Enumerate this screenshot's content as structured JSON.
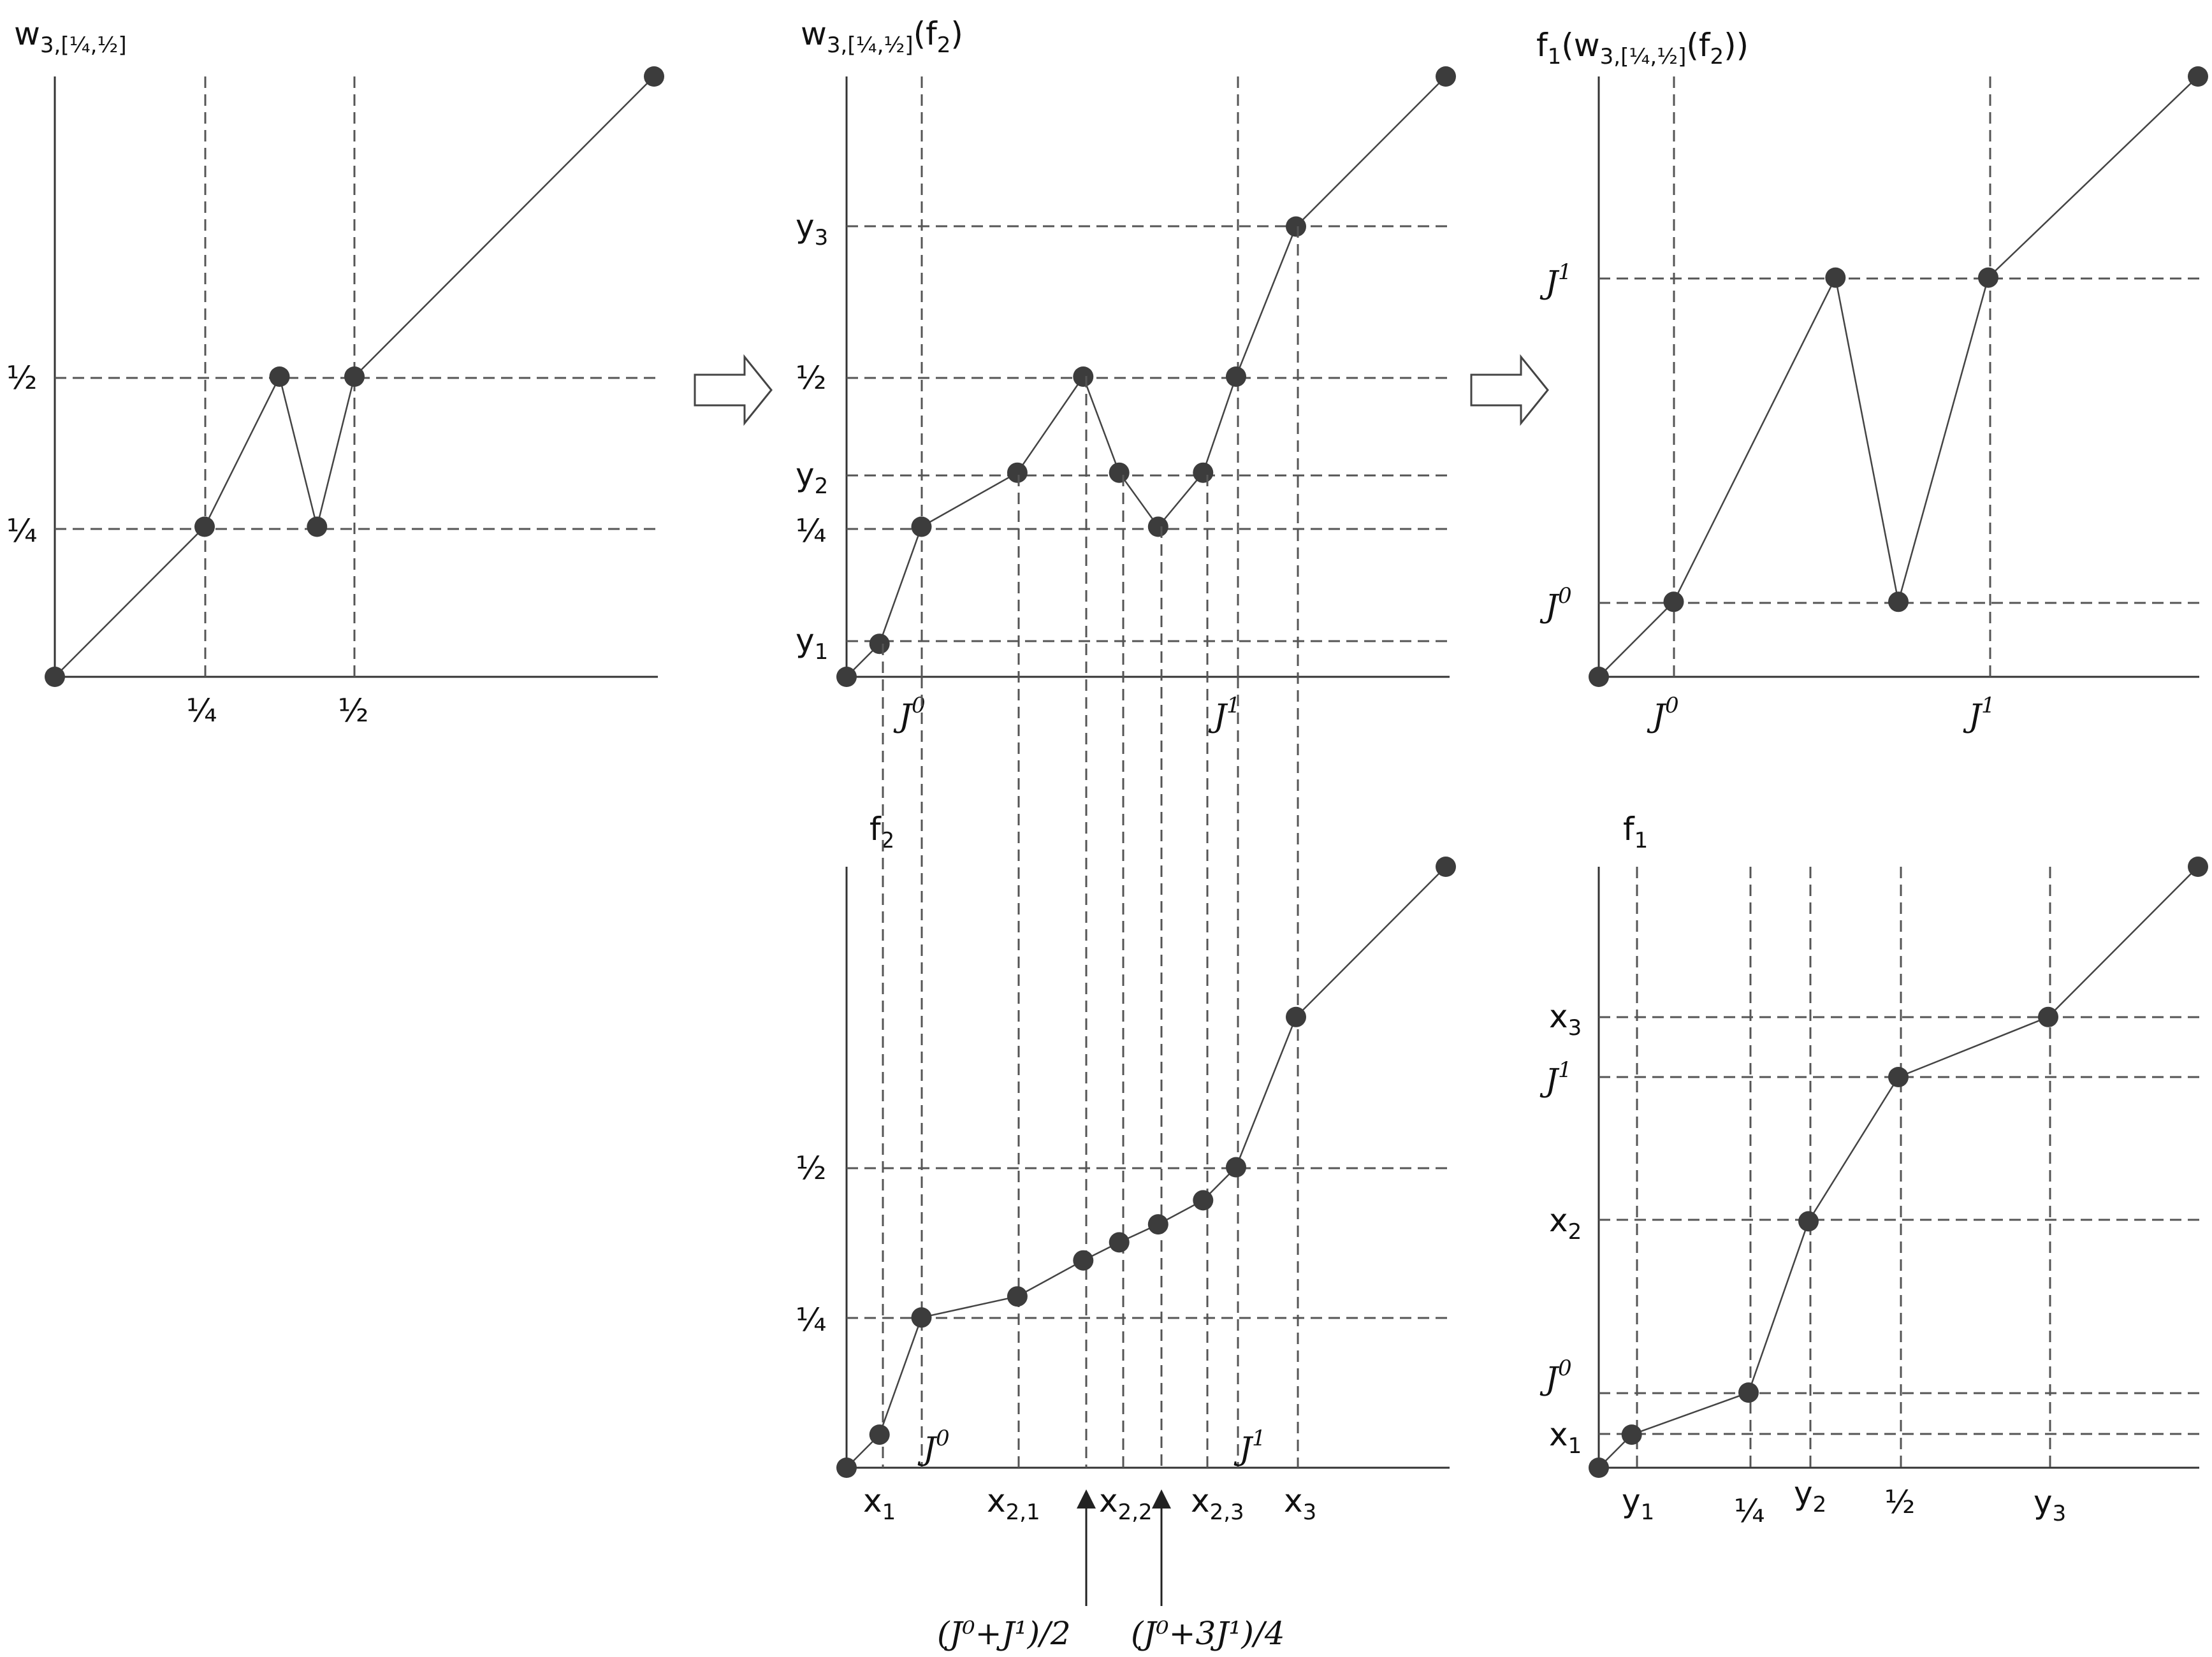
{
  "panels": {
    "p1": {
      "title_main": "w",
      "title_sub": "3,[¼,½]",
      "title_rest": "",
      "ytick": [
        "½",
        "¼"
      ],
      "xtick": [
        "¼",
        "½"
      ]
    },
    "p2": {
      "title_main": "w",
      "title_sub": "3,[¼,½]",
      "title_rest": "(f",
      "title_sub2": "2",
      "title_end": ")",
      "ytick": [
        "y",
        "½",
        "y",
        "¼",
        "y"
      ],
      "ytick_sub": [
        "3",
        "",
        "2",
        "",
        "1"
      ],
      "xtick": [
        "J",
        "J"
      ],
      "xtick_sup": [
        "0",
        "1"
      ]
    },
    "p3": {
      "title_main": "f",
      "title_sub": "1",
      "title_rest": "(w",
      "title_sub2": "3,[¼,½]",
      "title_rest2": "(f",
      "title_sub3": "2",
      "title_end": "))",
      "ytick": [
        "J",
        "J"
      ],
      "ytick_sup": [
        "1",
        "0"
      ],
      "xtick": [
        "J",
        "J"
      ],
      "xtick_sup": [
        "0",
        "1"
      ]
    },
    "p4": {
      "title_main": "f",
      "title_sub": "2",
      "ytick": [
        "½",
        "¼"
      ],
      "xtick_top": [
        "J",
        "J"
      ],
      "xtick_top_sup": [
        "0",
        "1"
      ],
      "xtick": [
        "x",
        "x",
        "x",
        "x",
        "x"
      ],
      "xtick_sub": [
        "1",
        "2,1",
        "2,2",
        "2,3",
        "3"
      ],
      "arrow_labels": [
        "(J⁰+J¹)/2",
        "(J⁰+3J¹)/4"
      ]
    },
    "p5": {
      "title_main": "f",
      "title_sub": "1",
      "ytick": [
        "x",
        "J",
        "x",
        "J",
        "x"
      ],
      "ytick_sub": [
        "3",
        "",
        "2",
        "",
        "1"
      ],
      "ytick_sup": [
        "",
        "1",
        "",
        "0",
        ""
      ],
      "xtick": [
        "y",
        "¼",
        "y",
        "½",
        "y"
      ],
      "xtick_sub": [
        "1",
        "",
        "2",
        "",
        "3"
      ]
    }
  },
  "chart_data": [
    {
      "type": "line",
      "panel": "w3,[¼,½]",
      "x": [
        0,
        0.25,
        0.375,
        0.4375,
        0.5,
        1
      ],
      "y": [
        0,
        0.25,
        0.5,
        0.25,
        0.5,
        1
      ]
    },
    {
      "type": "line",
      "panel": "w3,[¼,½](f2)",
      "x": [
        0,
        0.055,
        0.125,
        0.285,
        0.395,
        0.455,
        0.52,
        0.595,
        0.65,
        0.75,
        1
      ],
      "y": [
        0,
        0.055,
        0.25,
        0.34,
        0.5,
        0.34,
        0.25,
        0.34,
        0.5,
        0.75,
        1
      ]
    },
    {
      "type": "line",
      "panel": "f1(w3,[¼,½](f2))",
      "x": [
        0,
        0.125,
        0.395,
        0.5,
        0.65,
        1
      ],
      "y": [
        0,
        0.125,
        0.665,
        0.125,
        0.665,
        1
      ]
    },
    {
      "type": "line",
      "panel": "f2",
      "x": [
        0,
        0.055,
        0.125,
        0.285,
        0.395,
        0.455,
        0.52,
        0.595,
        0.65,
        0.75,
        1
      ],
      "y": [
        0,
        0.055,
        0.25,
        0.285,
        0.345,
        0.375,
        0.405,
        0.445,
        0.5,
        0.75,
        1
      ]
    },
    {
      "type": "line",
      "panel": "f1",
      "x": [
        0,
        0.055,
        0.25,
        0.35,
        0.5,
        0.75,
        1
      ],
      "y": [
        0,
        0.055,
        0.125,
        0.41,
        0.65,
        0.75,
        1
      ]
    }
  ]
}
